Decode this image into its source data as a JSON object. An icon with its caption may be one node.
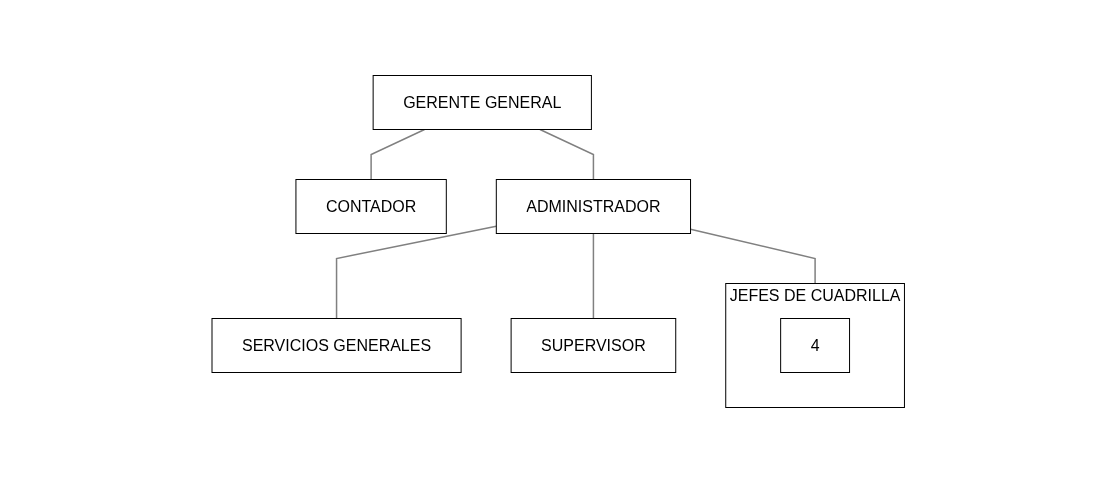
{
  "diagram": {
    "nodes": [
      {
        "text": [
          "GERENTE GENERAL"
        ]
      },
      {
        "text": [
          "CONTADOR"
        ]
      },
      {
        "text": [
          "ADMINISTRADOR"
        ]
      },
      {
        "text": [
          "JEFES DE CUADRILLA"
        ]
      },
      {
        "text": [
          "4"
        ],
        "in": 3
      },
      {
        "text": [
          "SUPERVISOR"
        ]
      },
      {
        "text": [
          "SERVICIOS GENERALES"
        ]
      }
    ],
    "edges": [
      {
        "from": 0,
        "to": 2,
        "arrow": "none"
      },
      {
        "from": 0,
        "to": 1,
        "arrow": "none"
      },
      {
        "from": 2,
        "to": 6,
        "arrow": "none"
      },
      {
        "from": 2,
        "to": 3,
        "arrow": "none"
      },
      {
        "from": 2,
        "to": 5,
        "arrow": "none"
      }
    ]
  }
}
